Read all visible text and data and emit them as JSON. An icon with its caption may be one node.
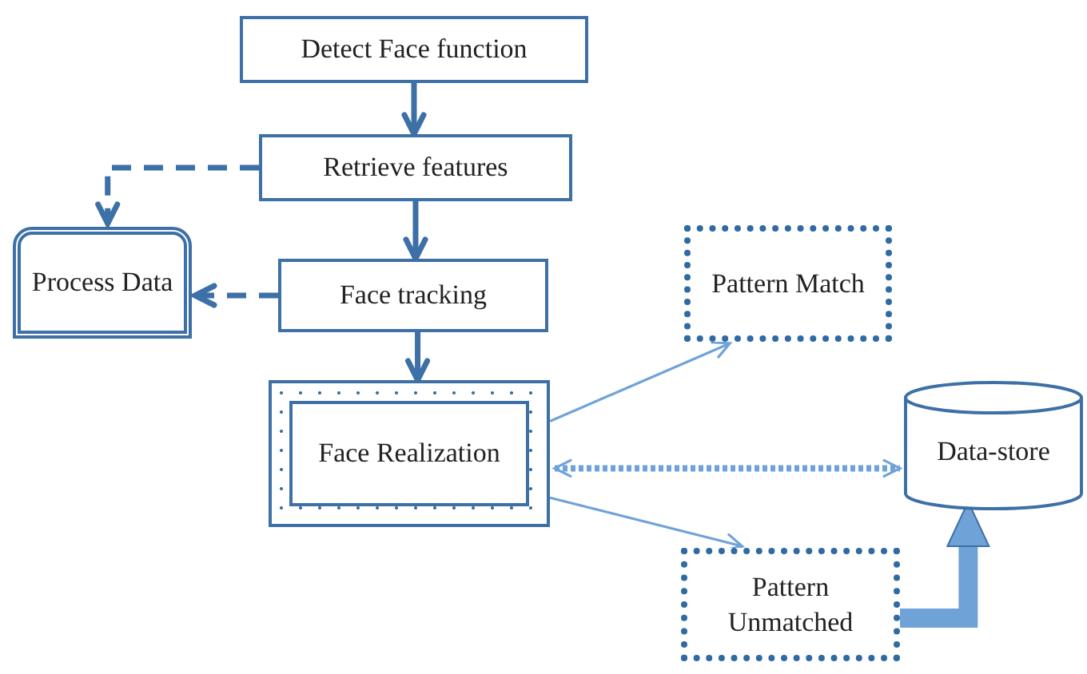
{
  "diagram": {
    "nodes": [
      {
        "text": [
          "Detect Face function"
        ]
      },
      {
        "text": [
          "Retrieve features"
        ]
      },
      {
        "text": [
          "Process Data"
        ]
      },
      {
        "text": [
          "Face tracking"
        ]
      },
      {
        "text": [
          "Face Realization"
        ]
      },
      {
        "text": [
          "Pattern Match"
        ]
      },
      {
        "text": [
          "Data-store"
        ]
      },
      {
        "text": [
          "Pattern Unmatched"
        ]
      }
    ],
    "edges": [
      {
        "from": 0,
        "to": 1,
        "arrow": "to"
      },
      {
        "from": 1,
        "to": 2,
        "arrow": "to",
        "style": "dashed"
      },
      {
        "from": 1,
        "to": 3,
        "arrow": "to"
      },
      {
        "from": 3,
        "to": 2,
        "arrow": "to",
        "style": "dashed"
      },
      {
        "from": 3,
        "to": 4,
        "arrow": "to"
      },
      {
        "from": 4,
        "to": 5,
        "arrow": "to",
        "color": "#6fa3d8"
      },
      {
        "from": 4,
        "to": 6,
        "arrow": "both",
        "style": "dashed",
        "color": "#6fa3d8"
      },
      {
        "from": 4,
        "to": 7,
        "arrow": "to",
        "color": "#6fa3d8"
      },
      {
        "from": 7,
        "to": 6,
        "arrow": "to",
        "style": "thick",
        "color": "#6fa3d8"
      }
    ]
  }
}
